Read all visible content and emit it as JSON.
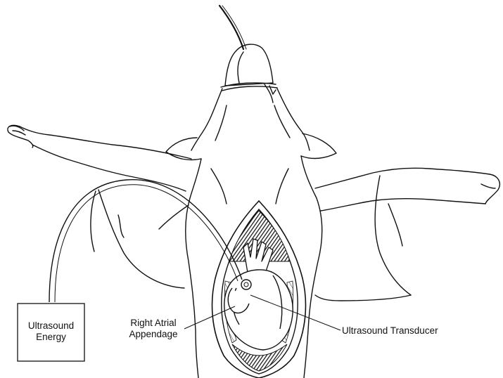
{
  "labels": {
    "ultrasound_energy_line1": "Ultrasound",
    "ultrasound_energy_line2": "Energy",
    "right_atrial_line1": "Right Atrial",
    "right_atrial_line2": "Appendage",
    "ultrasound_transducer": "Ultrasound Transducer"
  },
  "colors": {
    "ink": "#111111",
    "background": "#ffffff",
    "hatch": "#2a2a2a"
  }
}
